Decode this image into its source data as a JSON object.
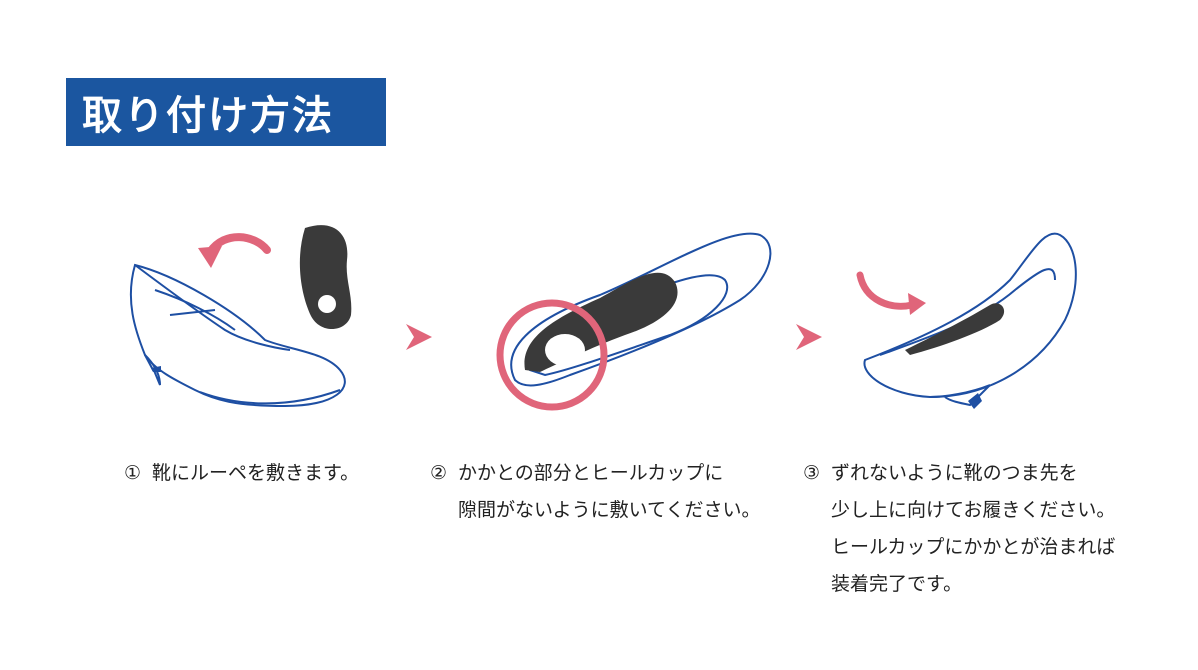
{
  "title": "取り付け方法",
  "colors": {
    "title_bg": "#1b56a0",
    "accent": "#e0657a",
    "line": "#1e4fa3",
    "insole": "#3a3a3a"
  },
  "steps": [
    {
      "number": "①",
      "lines": [
        "靴にルーペを敷きます。"
      ]
    },
    {
      "number": "②",
      "lines": [
        "かかとの部分とヒールカップに",
        "隙間がないように敷いてください。"
      ]
    },
    {
      "number": "③",
      "lines": [
        "ずれないように靴のつま先を",
        "少し上に向けてお履きください。",
        "ヒールカップにかかとが治まれば",
        "装着完了です。"
      ]
    }
  ]
}
